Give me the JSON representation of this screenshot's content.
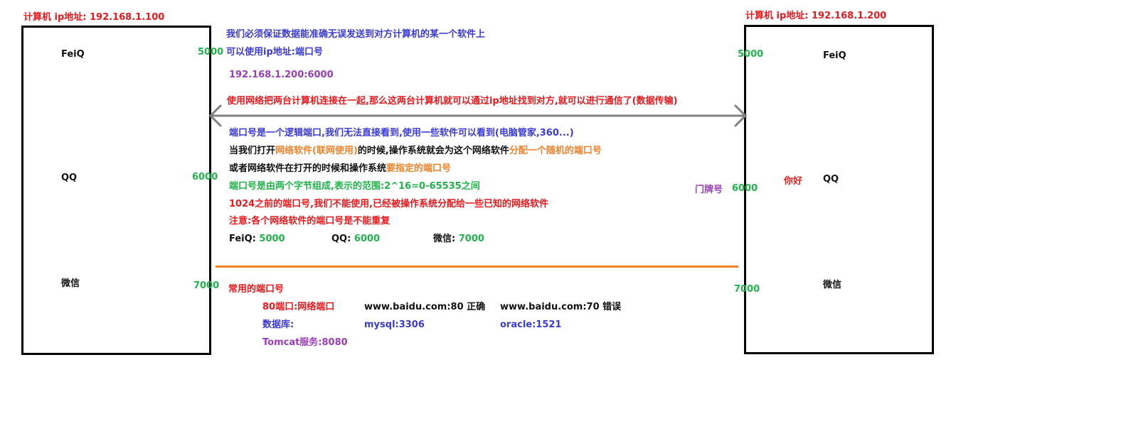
{
  "left": {
    "title": "计算机 ip地址: 192.168.1.100",
    "apps": [
      "FeiQ",
      "QQ",
      "微信"
    ],
    "ports": [
      "5000",
      "6000",
      "7000"
    ]
  },
  "right": {
    "title": "计算机 ip地址: 192.168.1.200",
    "apps": [
      "FeiQ",
      "QQ",
      "微信"
    ],
    "ports": [
      "5000",
      "6000",
      "7000"
    ],
    "door_label": "门牌号",
    "hello": "你好"
  },
  "notes": {
    "line1": "我们必须保证数据能准确无误发送到对方计算机的某一个软件上",
    "line2": "可以使用ip地址:端口号",
    "line3": "192.168.1.200:6000",
    "network": "使用网络把两台计算机连接在一起,那么这两台计算机就可以通过ip地址找到对方,就可以进行通信了(数据传输)",
    "p1": "端口号是一个逻辑端口,我们无法直接看到,使用一些软件可以看到(电脑管家,360...)",
    "p2a": "当我们打开",
    "p2b": "网络软件(联网使用)",
    "p2c": "的时候,操作系统就会为这个网络软件",
    "p2d": "分配一个随机的端口号",
    "p3a": "或者网络软件在打开的时候和操作系统",
    "p3b": "要指定的端口号",
    "p4": "端口号是由两个字节组成,表示的范围:2^16=0-65535之间",
    "p5": "1024之前的端口号,我们不能使用,已经被操作系统分配给一些已知的网络软件",
    "p6": "注意:各个网络软件的端口号是不能重复",
    "ex": [
      {
        "name": "FeiQ:",
        "port": "5000"
      },
      {
        "name": "QQ:",
        "port": "6000"
      },
      {
        "name": "微信:",
        "port": "7000"
      }
    ]
  },
  "common": {
    "title": "常用的端口号",
    "r1c1": "80端口:网络端口",
    "r1c2": "www.baidu.com:80 正确",
    "r1c3": "www.baidu.com:70 错误",
    "r2c1": "数据库:",
    "r2c2": "mysql:3306",
    "r2c3": "oracle:1521",
    "r3c1": "Tomcat服务:8080"
  },
  "colors": {
    "red": "#e8191c",
    "blue": "#3a3ad6",
    "green": "#1fb34a",
    "purple": "#9a3db8",
    "orange": "#f0822a",
    "arrow": "#808080"
  }
}
